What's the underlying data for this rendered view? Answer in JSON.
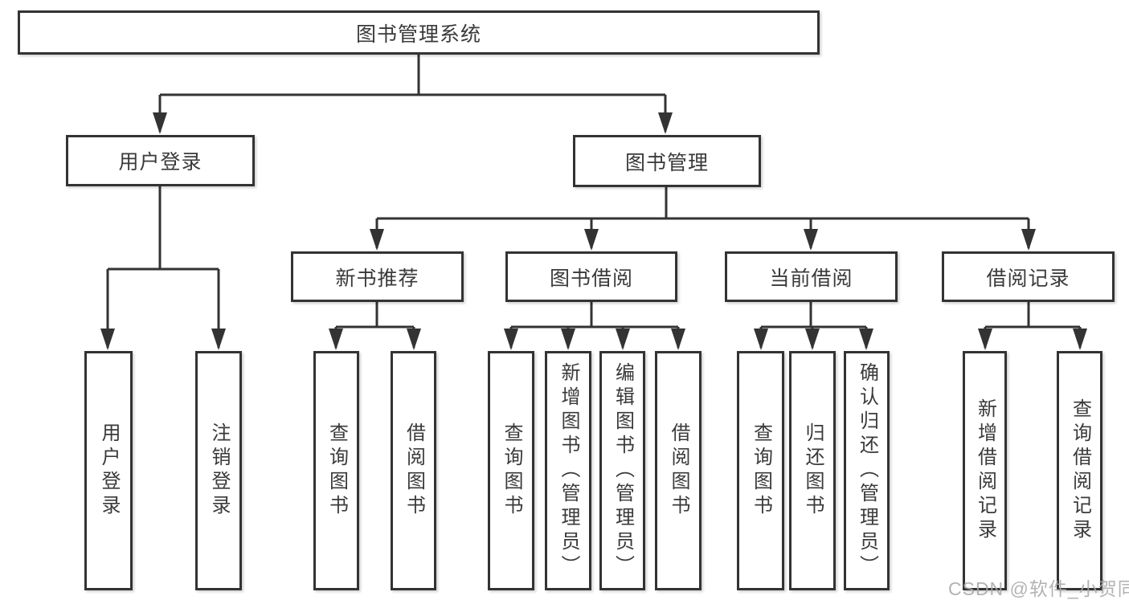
{
  "title": "图书管理系统",
  "colors": {
    "line": "#333333",
    "box_border": "#333333",
    "box_fill": "#ffffff",
    "text": "#3a3a3a",
    "background": "#ffffff",
    "watermark": "#a8a8a8"
  },
  "watermark": "CSDN @软件_小贺同学",
  "nodes": {
    "root": "图书管理系统",
    "user_login": "用户登录",
    "book_management": "图书管理",
    "new_book_recommend": "新书推荐",
    "book_borrow": "图书借阅",
    "current_borrow": "当前借阅",
    "borrow_records": "借阅记录",
    "login": "用户登录",
    "logout": "注销登录",
    "query_books_1": "查询图书",
    "borrow_books_1": "借阅图书",
    "query_books_2": "查询图书",
    "add_books": "新增图书（管理员）",
    "edit_books": "编辑图书（管理员）",
    "borrow_books_2": "借阅图书",
    "query_books_3": "查询图书",
    "return_books": "归还图书",
    "confirm_return": "确认归还（管理员）",
    "add_borrow_record": "新增借阅记录",
    "query_borrow_record": "查询借阅记录"
  },
  "edges": [
    {
      "from": "图书管理系统",
      "to": "用户登录"
    },
    {
      "from": "图书管理系统",
      "to": "图书管理"
    },
    {
      "from": "用户登录",
      "to": "用户登录"
    },
    {
      "from": "用户登录",
      "to": "注销登录"
    },
    {
      "from": "图书管理",
      "to": "新书推荐"
    },
    {
      "from": "图书管理",
      "to": "图书借阅"
    },
    {
      "from": "图书管理",
      "to": "当前借阅"
    },
    {
      "from": "图书管理",
      "to": "借阅记录"
    },
    {
      "from": "新书推荐",
      "to": "查询图书"
    },
    {
      "from": "新书推荐",
      "to": "借阅图书"
    },
    {
      "from": "图书借阅",
      "to": "查询图书"
    },
    {
      "from": "图书借阅",
      "to": "新增图书（管理员）"
    },
    {
      "from": "图书借阅",
      "to": "编辑图书（管理员）"
    },
    {
      "from": "图书借阅",
      "to": "借阅图书"
    },
    {
      "from": "当前借阅",
      "to": "查询图书"
    },
    {
      "from": "当前借阅",
      "to": "归还图书"
    },
    {
      "from": "当前借阅",
      "to": "确认归还（管理员）"
    },
    {
      "from": "借阅记录",
      "to": "新增借阅记录"
    },
    {
      "from": "借阅记录",
      "to": "查询借阅记录"
    }
  ]
}
